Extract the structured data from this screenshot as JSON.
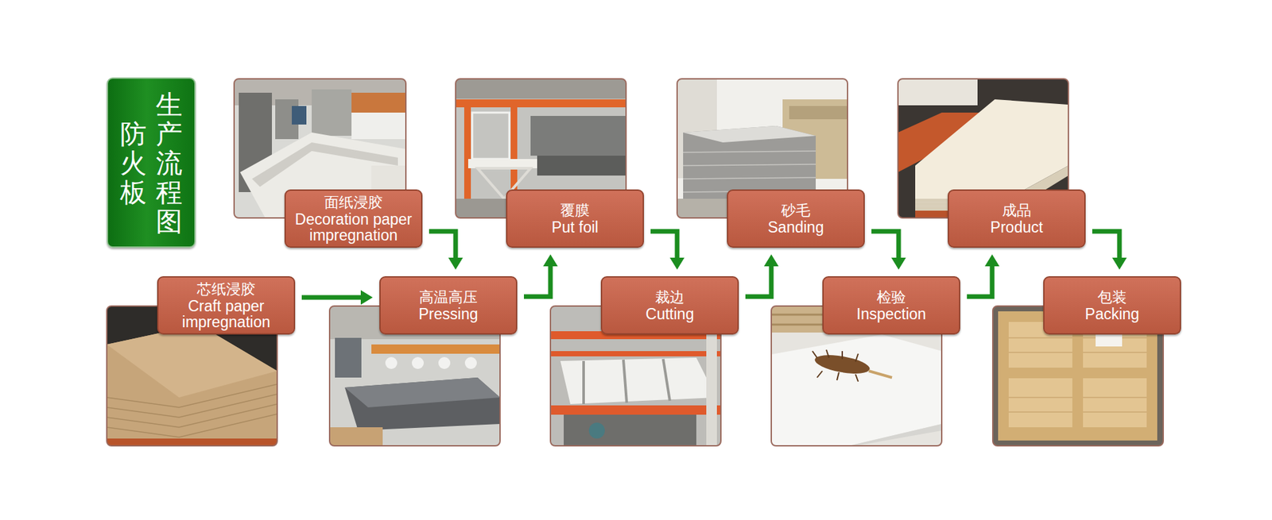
{
  "diagram": {
    "nodes": [
      {
        "text": [
          "防火板",
          "生产流程图"
        ]
      },
      {
        "text": [
          "芯纸浸胶",
          "Craft paper impregnation"
        ]
      },
      {
        "text": [
          "面纸浸胶",
          "Decoration paper impregnation"
        ]
      },
      {
        "text": [
          "高温高压",
          "Pressing"
        ]
      },
      {
        "text": [
          "覆膜",
          "Put foil"
        ]
      },
      {
        "text": [
          "裁边",
          "Cutting"
        ]
      },
      {
        "text": [
          "砂毛",
          "Sanding"
        ]
      },
      {
        "text": [
          "检验",
          "Inspection"
        ]
      },
      {
        "text": [
          "成品",
          "Product"
        ]
      },
      {
        "text": [
          "包装",
          "Packing"
        ]
      }
    ],
    "edges": [
      {
        "from": 1,
        "to": 3,
        "arrow": "to"
      },
      {
        "from": 2,
        "to": 3,
        "arrow": "to"
      },
      {
        "from": 3,
        "to": 4,
        "arrow": "to"
      },
      {
        "from": 4,
        "to": 5,
        "arrow": "to"
      },
      {
        "from": 5,
        "to": 6,
        "arrow": "to"
      },
      {
        "from": 6,
        "to": 7,
        "arrow": "to"
      },
      {
        "from": 7,
        "to": 8,
        "arrow": "to"
      },
      {
        "from": 8,
        "to": 9,
        "arrow": "to"
      }
    ]
  }
}
